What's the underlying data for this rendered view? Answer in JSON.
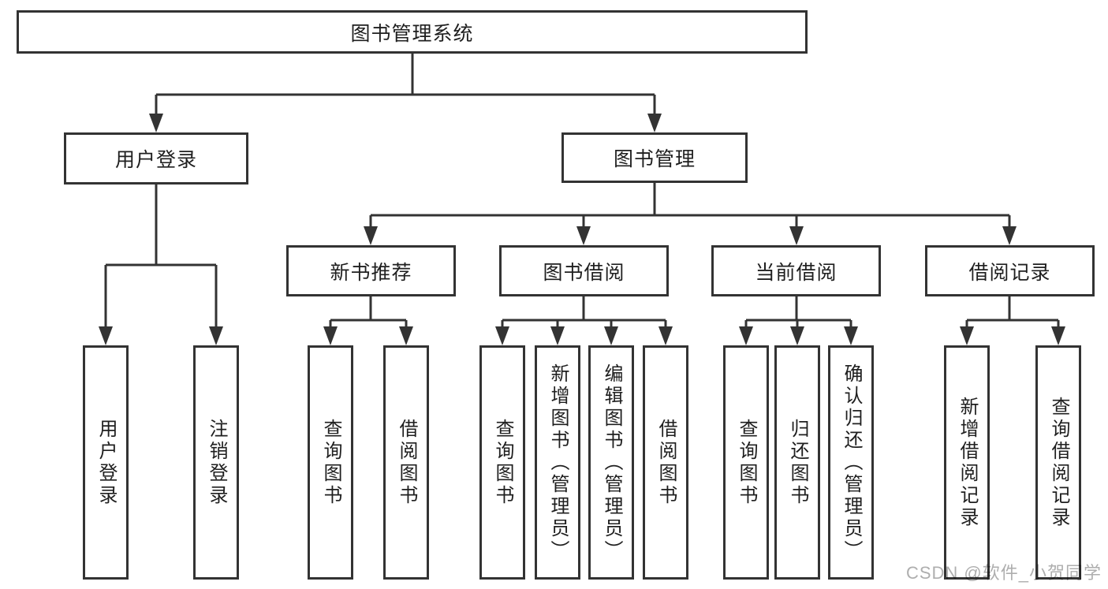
{
  "diagram": {
    "title": "图书管理系统",
    "branches": [
      {
        "label": "用户登录",
        "leaves": [
          "用户登录",
          "注销登录"
        ]
      },
      {
        "label": "图书管理",
        "modules": [
          {
            "label": "新书推荐",
            "leaves": [
              "查询图书",
              "借阅图书"
            ]
          },
          {
            "label": "图书借阅",
            "leaves": [
              "查询图书",
              "新增图书（管理员）",
              "编辑图书（管理员）",
              "借阅图书"
            ]
          },
          {
            "label": "当前借阅",
            "leaves": [
              "查询图书",
              "归还图书",
              "确认归还（管理员）"
            ]
          },
          {
            "label": "借阅记录",
            "leaves": [
              "新增借阅记录",
              "查询借阅记录"
            ]
          }
        ]
      }
    ]
  },
  "watermark": {
    "text": "CSDN @软件_小贺同学"
  },
  "colors": {
    "line": "#333333",
    "text": "#1f1f1f",
    "watermark": "#aeaeae",
    "bg": "#ffffff"
  }
}
